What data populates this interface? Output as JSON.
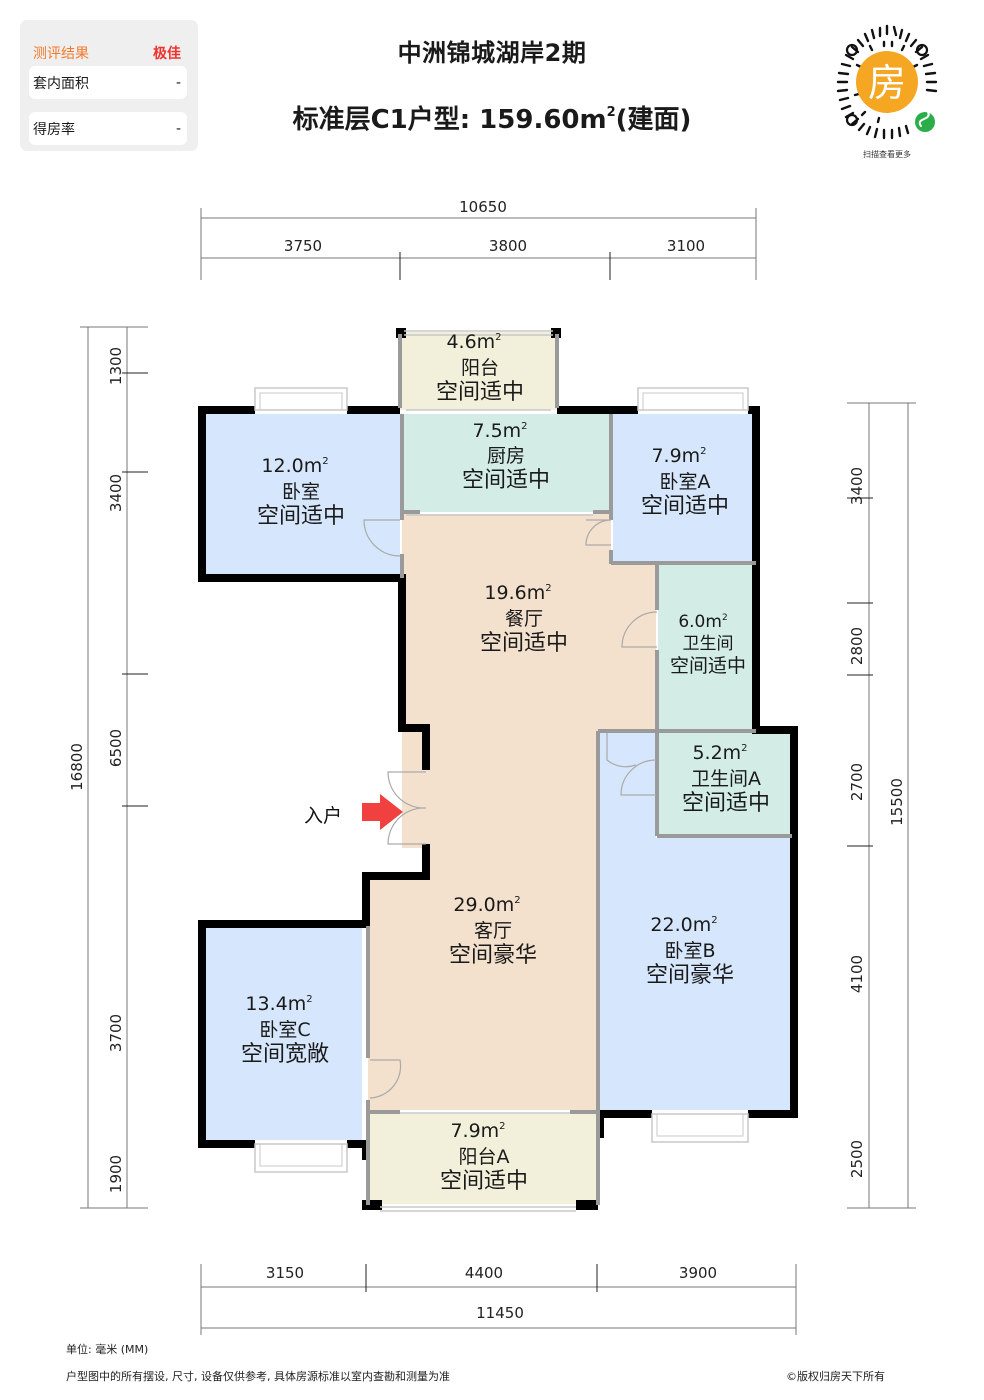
{
  "evaluation": {
    "header_label": "测评结果",
    "header_value": "极佳",
    "rows": [
      {
        "label": "套内面积",
        "value": "-"
      },
      {
        "label": "得房率",
        "value": "-"
      }
    ]
  },
  "header": {
    "project_name": "中洲锦城湖岸2期",
    "unit_type_prefix": "标准层C1户型: 159.60m",
    "unit_type_sup": "2",
    "unit_type_suffix": "(建面)"
  },
  "qr": {
    "center_char": "房",
    "caption": "扫描查看更多",
    "accent_color": "#f5a623",
    "badge_color": "#2bae4a"
  },
  "dimensions": {
    "top_total": "10650",
    "top_segments": [
      "3750",
      "3800",
      "3100"
    ],
    "bottom_segments": [
      "3150",
      "4400",
      "3900"
    ],
    "bottom_total": "11450",
    "left_total": "16800",
    "left_segments": [
      "1300",
      "3400",
      "6500",
      "3700",
      "1900"
    ],
    "right_total": "15500",
    "right_segments": [
      "3400",
      "2800",
      "2700",
      "4100",
      "2500"
    ]
  },
  "rooms": [
    {
      "id": "balcony",
      "area": "4.6m",
      "name": "阳台",
      "rating": "空间适中"
    },
    {
      "id": "kitchen",
      "area": "7.5m",
      "name": "厨房",
      "rating": "空间适中"
    },
    {
      "id": "bedroom",
      "area": "12.0m",
      "name": "卧室",
      "rating": "空间适中"
    },
    {
      "id": "bedroom-a",
      "area": "7.9m",
      "name": "卧室A",
      "rating": "空间适中"
    },
    {
      "id": "dining",
      "area": "19.6m",
      "name": "餐厅",
      "rating": "空间适中"
    },
    {
      "id": "bathroom",
      "area": "6.0m",
      "name": "卫生间",
      "rating": "空间适中"
    },
    {
      "id": "bathroom-a",
      "area": "5.2m",
      "name": "卫生间A",
      "rating": "空间适中"
    },
    {
      "id": "living",
      "area": "29.0m",
      "name": "客厅",
      "rating": "空间豪华"
    },
    {
      "id": "bedroom-b",
      "area": "22.0m",
      "name": "卧室B",
      "rating": "空间豪华"
    },
    {
      "id": "bedroom-c",
      "area": "13.4m",
      "name": "卧室C",
      "rating": "空间宽敞"
    },
    {
      "id": "balcony-a",
      "area": "7.9m",
      "name": "阳台A",
      "rating": "空间适中"
    }
  ],
  "entrance": {
    "label": "入户",
    "arrow_color": "#f04040"
  },
  "colors": {
    "bedroom": "#d6e6fc",
    "wet": "#d3ede6",
    "living": "#f3e0cd",
    "balcony": "#f2f0da",
    "wall": "#000000",
    "partition": "#9a9a9a"
  },
  "footer": {
    "unit": "单位: 毫米 (MM)",
    "disclaimer": "户型图中的所有摆设, 尺寸, 设备仅供参考, 具体房源标准以室内查勘和测量为准",
    "copyright": "©版权归房天下所有"
  }
}
